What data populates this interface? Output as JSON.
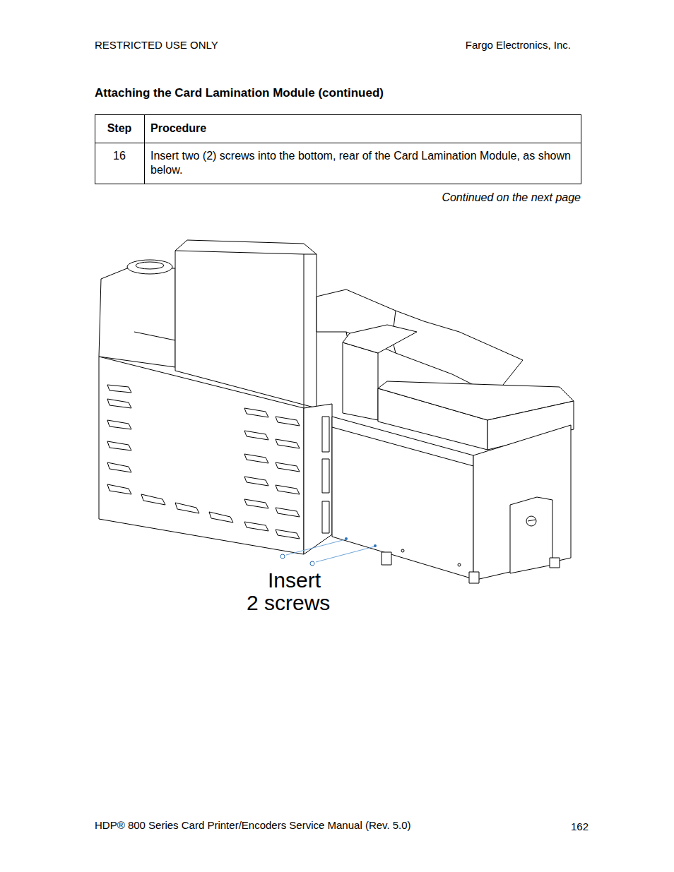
{
  "diagram": {
    "title": "Attaching the Card Lamination Module (continued)",
    "labels": [
      "RESTRICTED USE ONLY",
      "Fargo Electronics, Inc.",
      "Step",
      "Procedure",
      "16",
      "Insert two (2) screws into the bottom, rear of the Card Lamination Module, as shown below.",
      "Continued on the next page",
      "Insert 2 screws",
      "HDP® 800 Series Card Printer/Encoders Service Manual (Rev. 5.0)",
      "162"
    ]
  }
}
